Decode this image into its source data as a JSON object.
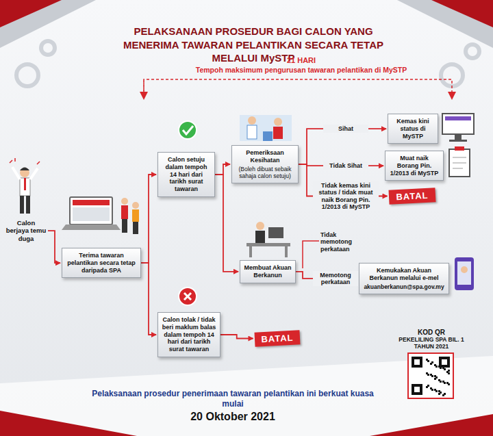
{
  "diagram": {
    "title": "PELAKSANAAN PROSEDUR BAGI CALON YANG MENERIMA TAWARAN PELANTIKAN SECARA TETAP MELALUI MySTP",
    "nodes": [
      {
        "text": [
          "Calon berjaya temu duga"
        ]
      },
      {
        "text": [
          "Terima tawaran pelantikan secara tetap daripada SPA"
        ]
      },
      {
        "text": [
          "Calon setuju dalam tempoh 14 hari dari tarikh surat tawaran"
        ]
      },
      {
        "text": [
          "Calon tolak / tidak beri maklum balas dalam tempoh 14 hari dari tarikh surat tawaran"
        ]
      },
      {
        "text": [
          "BATAL"
        ]
      },
      {
        "text": [
          "Pemeriksaan Kesihatan",
          "(Boleh dibuat sebaik sahaja calon setuju)"
        ]
      },
      {
        "text": [
          "Membuat Akuan Berkanun"
        ]
      },
      {
        "text": [
          "Kemas kini status di MySTP"
        ]
      },
      {
        "text": [
          "Muat naik Borang Pin. 1/2013 di MySTP"
        ]
      },
      {
        "text": [
          "BATAL"
        ]
      },
      {
        "text": [
          "Kemukakan Akuan Berkanun melalui e-mel",
          "akuanberkanun@spa.gov.my"
        ]
      }
    ],
    "edges": [
      {
        "from": 0,
        "to": 1,
        "arrow": "to"
      },
      {
        "from": 1,
        "to": 2,
        "arrow": "to"
      },
      {
        "from": 1,
        "to": 3,
        "arrow": "to"
      },
      {
        "from": 3,
        "to": 4,
        "arrow": "to"
      },
      {
        "from": 2,
        "to": 5,
        "arrow": "to"
      },
      {
        "from": 2,
        "to": 6,
        "arrow": "to"
      },
      {
        "from": 5,
        "to": 7,
        "label": "Sihat",
        "arrow": "to"
      },
      {
        "from": 5,
        "to": 8,
        "label": "Tidak Sihat",
        "arrow": "to"
      },
      {
        "from": 5,
        "to": 9,
        "label": "Tidak kemas kini status / tidak muat naik Borang Pin. 1/2013 di MySTP",
        "arrow": "to"
      },
      {
        "from": 6,
        "to": 10,
        "label": "Memotong perkataan",
        "arrow": "to"
      }
    ],
    "labels": [
      "21 HARI",
      "Tempoh maksimum pengurusan tawaran pelantikan di MySTP",
      "Tidak memotong perkataan",
      "KOD QR",
      "PEKELILING SPA BIL. 1 TAHUN 2021",
      "Pelaksanaan prosedur penerimaan tawaran pelantikan ini berkuat kuasa mulai",
      "20 Oktober 2021"
    ]
  }
}
